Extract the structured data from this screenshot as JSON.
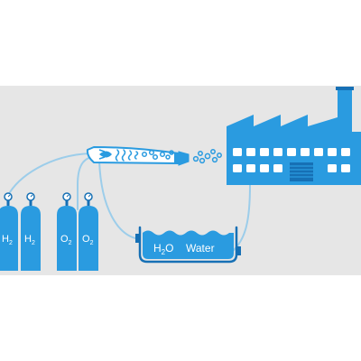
{
  "colors": {
    "primary": "#2A9BE0",
    "dark": "#1670B5",
    "pipe": "#9CCDEA",
    "background_panel": "#E6E6E6",
    "white": "#FFFFFF"
  },
  "tanks": {
    "hydrogen": {
      "element": "H",
      "subscript": "2",
      "count": 2
    },
    "oxygen": {
      "element": "O",
      "subscript": "2",
      "count": 2
    }
  },
  "water_tank": {
    "formula_element": "H",
    "formula_subscript": "2",
    "formula_tail": "O",
    "label": "Water"
  },
  "icons": {
    "burner": "combustion-tube-icon",
    "factory": "factory-icon",
    "cylinder": "gas-cylinder-icon"
  }
}
